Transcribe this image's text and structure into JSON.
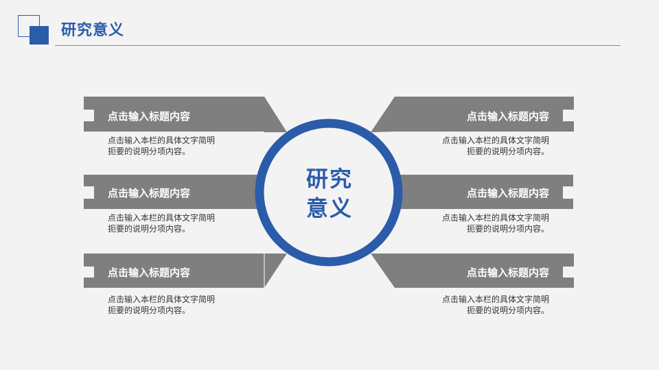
{
  "header": {
    "title": "研究意义"
  },
  "center": {
    "line1": "研究",
    "line2": "意义"
  },
  "items": [
    {
      "title": "点击输入标题内容",
      "desc_line1": "点击输入本栏的具体文字简明",
      "desc_line2": "扼要的说明分项内容。"
    },
    {
      "title": "点击输入标题内容",
      "desc_line1": "点击输入本栏的具体文字简明",
      "desc_line2": "扼要的说明分项内容。"
    },
    {
      "title": "点击输入标题内容",
      "desc_line1": "点击输入本栏的具体文字简明",
      "desc_line2": "扼要的说明分项内容。"
    },
    {
      "title": "点击输入标题内容",
      "desc_line1": "点击输入本栏的具体文字简明",
      "desc_line2": "扼要的说明分项内容。"
    },
    {
      "title": "点击输入标题内容",
      "desc_line1": "点击输入本栏的具体文字简明",
      "desc_line2": "扼要的说明分项内容。"
    },
    {
      "title": "点击输入标题内容",
      "desc_line1": "点击输入本栏的具体文字简明",
      "desc_line2": "扼要的说明分项内容。"
    }
  ],
  "colors": {
    "accent": "#2a5caa",
    "banner": "#7f7f7f",
    "background": "#f3f3f3"
  }
}
